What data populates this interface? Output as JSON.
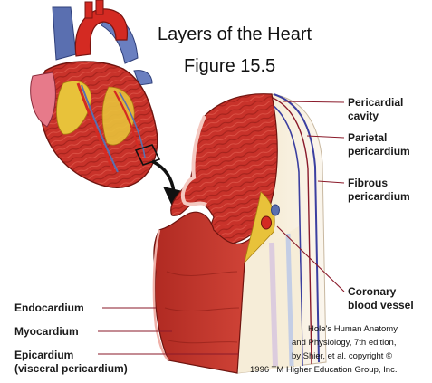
{
  "title_line1": "Layers of the Heart",
  "title_line2": "Figure 15.5",
  "labels": {
    "pericardial_cavity": [
      "Pericardial",
      "cavity"
    ],
    "parietal_pericardium": [
      "Parietal",
      "pericardium"
    ],
    "fibrous_pericardium": [
      "Fibrous",
      "pericardium"
    ],
    "coronary_blood_vessel": [
      "Coronary",
      "blood vessel"
    ],
    "endocardium": "Endocardium",
    "myocardium": "Myocardium",
    "epicardium": [
      "Epicardium",
      "(visceral pericardium)"
    ]
  },
  "credit": [
    "Hole's Human Anatomy",
    "and Physiology, 7th edition,",
    "by Shier, et al. copyright ©",
    "1996 TM Higher Education Group, Inc."
  ],
  "colors": {
    "myocardium": "#c8322a",
    "aorta": "#d42a22",
    "vein": "#5a6fb0",
    "fat": "#e8c23a",
    "pericardium_blue": "#3b3fa0",
    "leader": "#8a1a2a"
  }
}
